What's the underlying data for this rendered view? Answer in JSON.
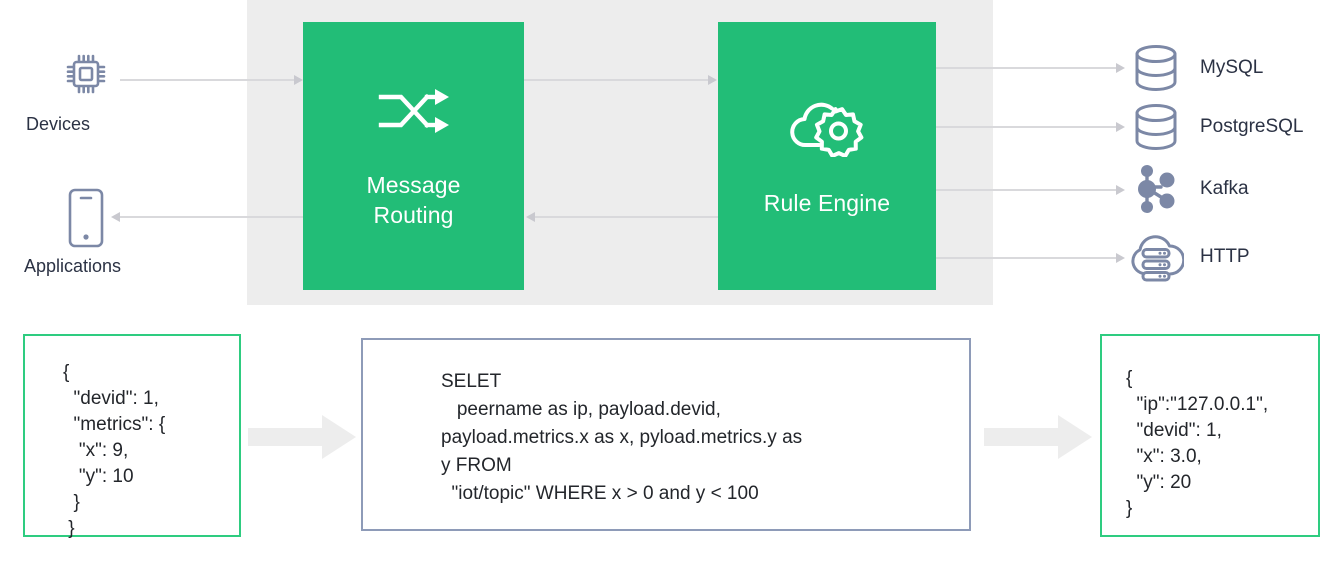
{
  "theme": {
    "accent_green": "#22bd77",
    "border_green": "#2ecc80",
    "border_blue_gray": "#8e9bb8",
    "panel_gray": "#ededed",
    "icon_blue_gray": "#7c88a6",
    "text_dark": "#2b3244",
    "connector_gray": "#d9d9dc",
    "fat_arrow_gray": "#ededed"
  },
  "sources": [
    {
      "id": "devices",
      "label": "Devices",
      "icon": "cpu-chip-icon"
    },
    {
      "id": "applications",
      "label": "Applications",
      "icon": "mobile-phone-icon"
    }
  ],
  "pipeline": [
    {
      "id": "message-routing",
      "label_line1": "Message",
      "label_line2": "Routing",
      "icon": "shuffle-arrows-icon"
    },
    {
      "id": "rule-engine",
      "label_line1": "Rule Engine",
      "label_line2": "",
      "icon": "cloud-gear-icon"
    }
  ],
  "destinations": [
    {
      "id": "mysql",
      "label": "MySQL",
      "icon": "database-cylinder-icon"
    },
    {
      "id": "postgresql",
      "label": "PostgreSQL",
      "icon": "database-cylinder-icon"
    },
    {
      "id": "kafka",
      "label": "Kafka",
      "icon": "kafka-nodes-icon"
    },
    {
      "id": "http",
      "label": "HTTP",
      "icon": "cloud-server-icon"
    }
  ],
  "payload_flow": {
    "input": {
      "title": "input-payload",
      "code": "{\n  \"devid\": 1,\n  \"metrics\": {\n   \"x\": 9,\n   \"y\": 10\n  }\n }"
    },
    "rule_sql": {
      "title": "rule-sql",
      "code": "SELET\n   peername as ip, payload.devid,\npayload.metrics.x as x, pyload.metrics.y as\ny FROM\n  \"iot/topic\" WHERE x > 0 and y < 100"
    },
    "output": {
      "title": "output-payload",
      "code": "{\n  \"ip\":\"127.0.0.1\",\n  \"devid\": 1,\n  \"x\": 3.0,\n  \"y\": 20\n}"
    }
  },
  "connectors": {
    "devices_to_routing": "arrow-right",
    "routing_to_rule": "arrow-right",
    "rule_to_routing": "arrow-left",
    "routing_to_applications": "arrow-left"
  }
}
